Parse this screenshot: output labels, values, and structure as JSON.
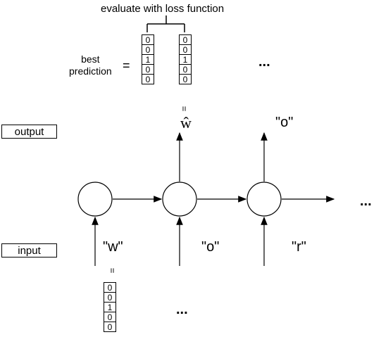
{
  "top_caption": "evaluate with loss function",
  "best_prediction_label": "best\nprediction",
  "equals_sign": "=",
  "ellipsis": "...",
  "vectors": {
    "pred1": [
      "0",
      "0",
      "1",
      "0",
      "0"
    ],
    "pred2": [
      "0",
      "0",
      "1",
      "0",
      "0"
    ],
    "input": [
      "0",
      "0",
      "1",
      "0",
      "0"
    ]
  },
  "equals_vertical": "=",
  "output_label": "output",
  "input_label": "input",
  "outputs": [
    "ŵ",
    "\"o\""
  ],
  "inputs": [
    "\"w\"",
    "\"o\"",
    "\"r\""
  ]
}
